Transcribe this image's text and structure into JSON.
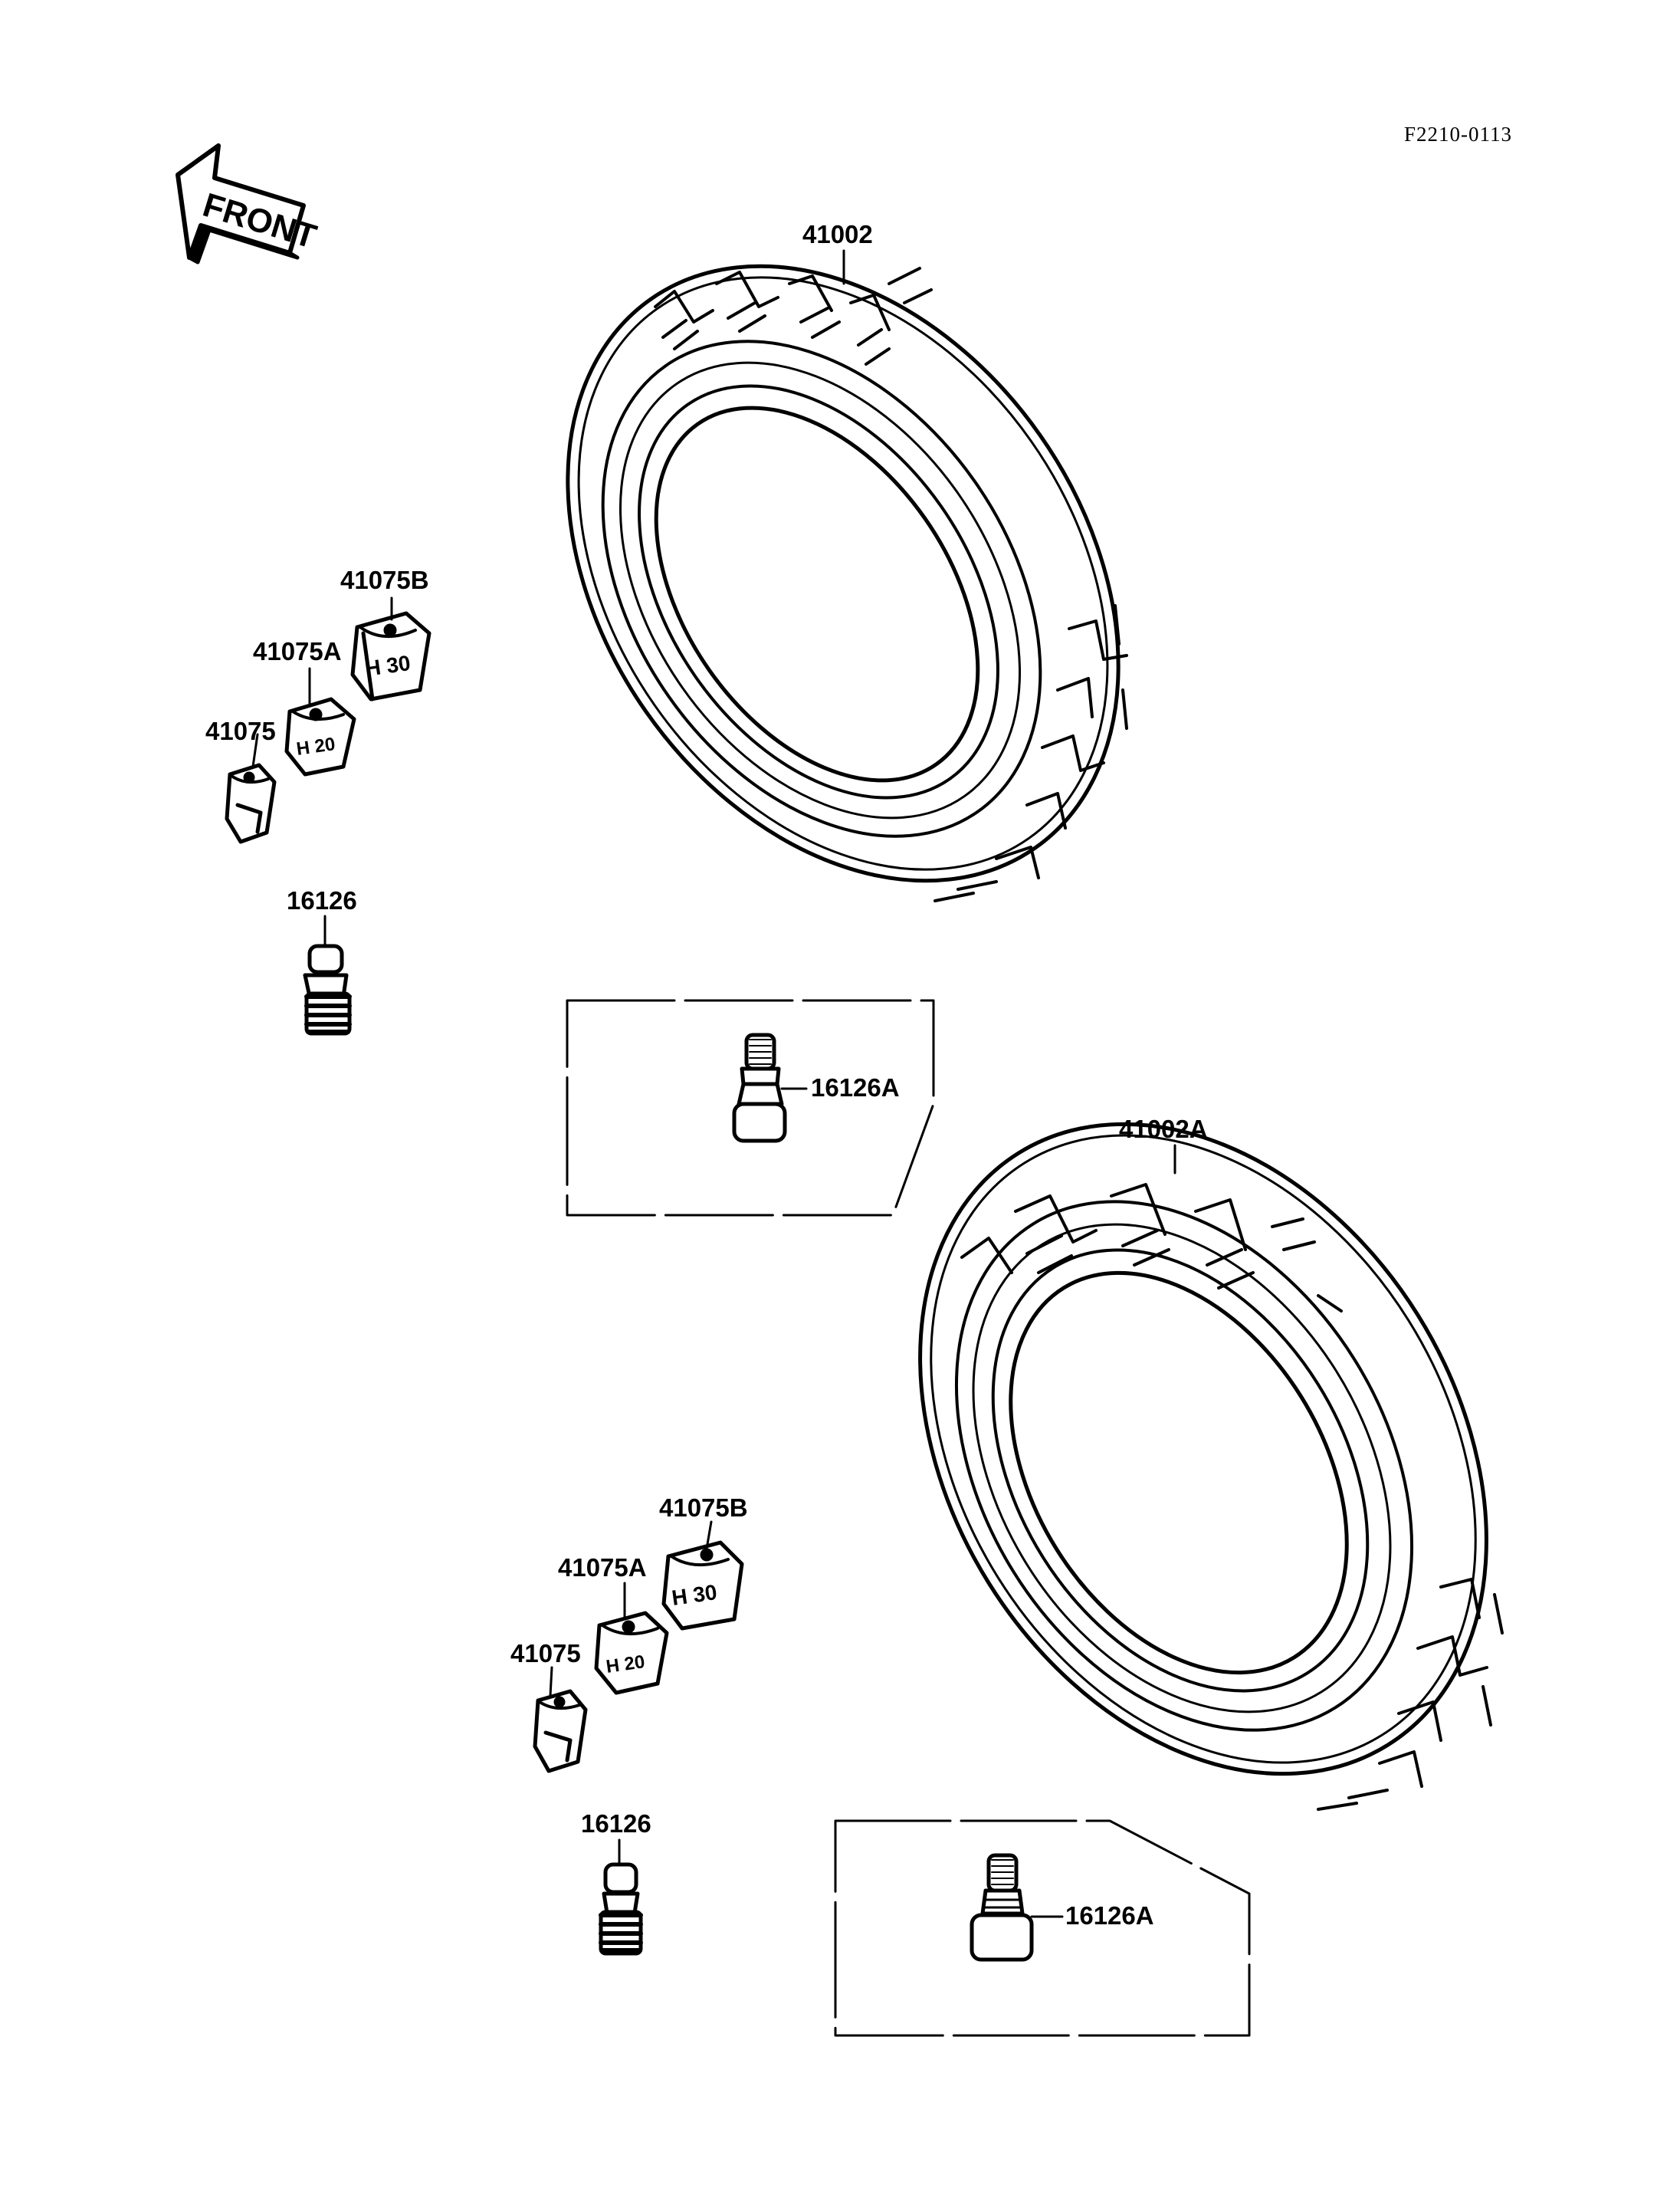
{
  "drawing_code": "F2210-0113",
  "front_arrow_label": "FRONT",
  "front_group": {
    "tire_label": "41002",
    "weight_b_label": "41075B",
    "weight_a_label": "41075A",
    "weight_label": "41075",
    "weight_b_marking": "H 30",
    "weight_a_marking": "H 20",
    "valve_label": "16126",
    "valve_alt_label": "16126A"
  },
  "rear_group": {
    "tire_label": "41002A",
    "weight_b_label": "41075B",
    "weight_a_label": "41075A",
    "weight_label": "41075",
    "weight_b_marking": "H 30",
    "weight_a_marking": "H 20",
    "valve_label": "16126",
    "valve_alt_label": "16126A"
  },
  "colors": {
    "ink": "#000000",
    "paper": "#ffffff"
  }
}
